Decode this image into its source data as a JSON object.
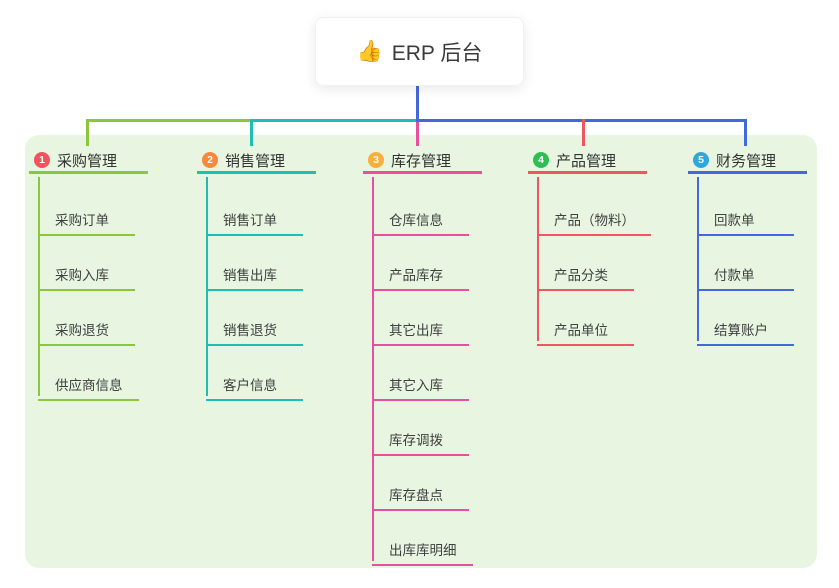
{
  "root": {
    "label": "ERP 后台",
    "icon": "thumbs-up-icon",
    "emoji": "👍"
  },
  "branches": [
    {
      "num": "1",
      "label": "采购管理",
      "badge_color": "#F5515F",
      "line_color": "#8CC63F",
      "children": [
        "采购订单",
        "采购入库",
        "采购退货",
        "供应商信息"
      ]
    },
    {
      "num": "2",
      "label": "销售管理",
      "badge_color": "#F9883D",
      "line_color": "#1FBDB2",
      "children": [
        "销售订单",
        "销售出库",
        "销售退货",
        "客户信息"
      ]
    },
    {
      "num": "3",
      "label": "库存管理",
      "badge_color": "#FBAE3C",
      "line_color": "#E8509F",
      "children": [
        "仓库信息",
        "产品库存",
        "其它出库",
        "其它入库",
        "库存调拨",
        "库存盘点",
        "出库库明细"
      ]
    },
    {
      "num": "4",
      "label": "产品管理",
      "badge_color": "#2EBE54",
      "line_color": "#EF5661",
      "children": [
        "产品（物料）",
        "产品分类",
        "产品单位"
      ]
    },
    {
      "num": "5",
      "label": "财务管理",
      "badge_color": "#2EA7E0",
      "line_color": "#4368D9",
      "children": [
        "回款单",
        "付款单",
        "结算账户"
      ]
    }
  ],
  "colors": {
    "panel_bg": "#E7F5E1",
    "root_connector": "#4368D9",
    "text": "#3a3a3a"
  }
}
